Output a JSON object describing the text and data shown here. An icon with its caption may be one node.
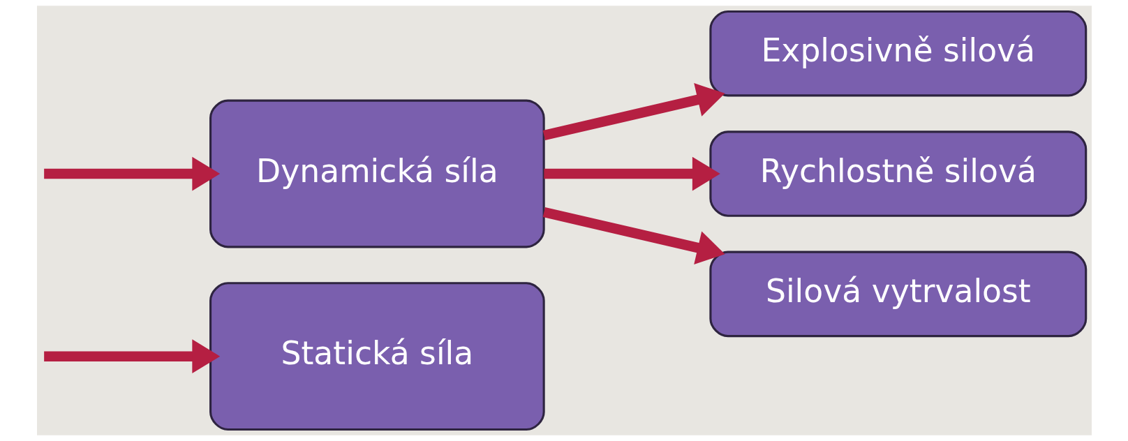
{
  "diagram": {
    "nodes": [
      {
        "text": [
          "Statická síla"
        ]
      },
      {
        "text": [
          "Dynamická síla"
        ]
      },
      {
        "text": [
          "Explosivně silová"
        ]
      },
      {
        "text": [
          "Rychlostně silová"
        ]
      },
      {
        "text": [
          "Silová vytrvalost"
        ]
      }
    ],
    "edges": [
      {
        "from": null,
        "to": 0,
        "arrow": "to"
      },
      {
        "from": null,
        "to": 1,
        "arrow": "to"
      },
      {
        "from": 1,
        "to": 2,
        "arrow": "to"
      },
      {
        "from": 1,
        "to": 3,
        "arrow": "to"
      },
      {
        "from": 1,
        "to": 4,
        "arrow": "to"
      }
    ]
  }
}
